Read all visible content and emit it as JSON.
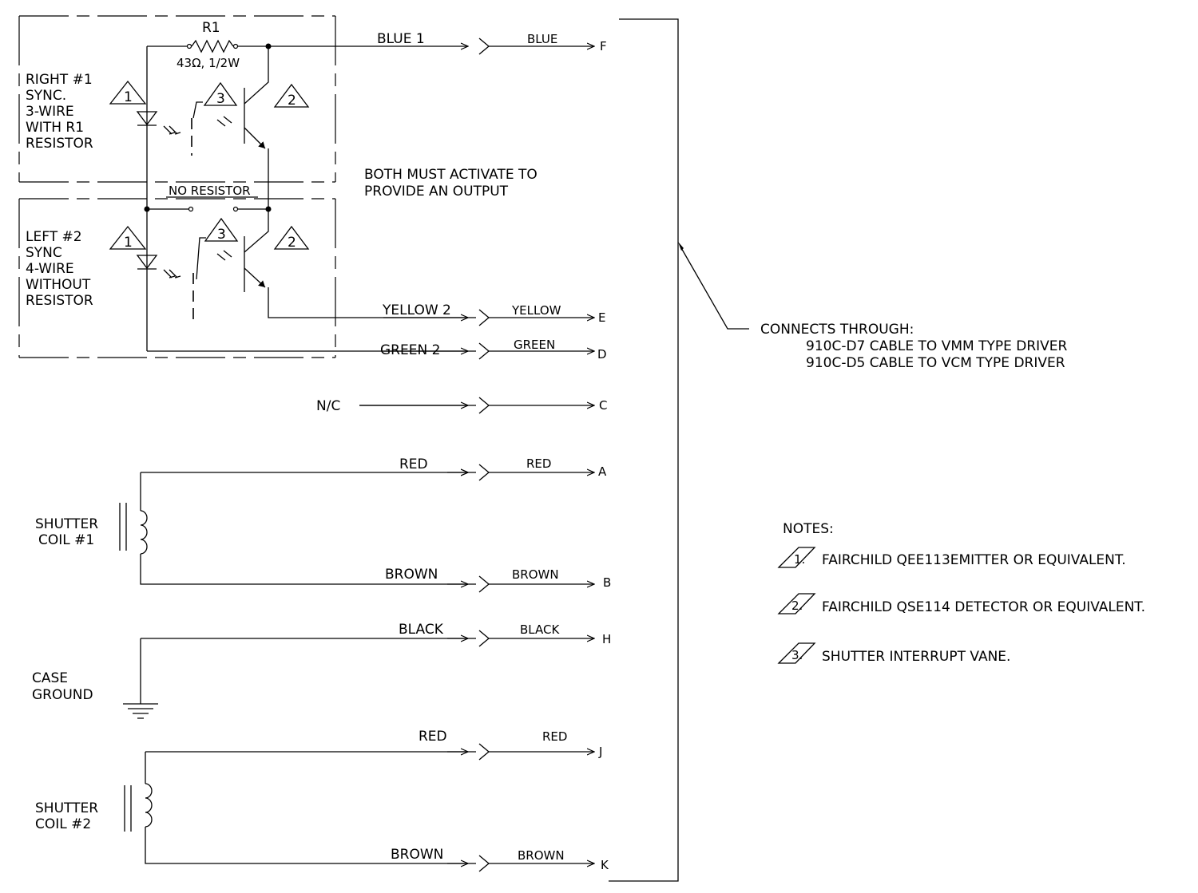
{
  "resistor": {
    "name": "R1",
    "value": "43Ω, 1/2W"
  },
  "sensor1": {
    "lines": [
      "RIGHT #1",
      "SYNC.",
      "3-WIRE",
      "WITH R1",
      "RESISTOR"
    ]
  },
  "sensor2": {
    "lines": [
      "LEFT #2",
      "SYNC",
      "4-WIRE",
      "WITHOUT",
      "RESISTOR"
    ]
  },
  "no_resistor": "NO RESISTOR",
  "both_note": [
    "BOTH MUST ACTIVATE TO",
    "PROVIDE AN OUTPUT"
  ],
  "callouts": {
    "emitter": "1",
    "detector": "2",
    "vane": "3"
  },
  "wires": [
    {
      "left": "BLUE 1",
      "right": "BLUE",
      "pin": "F"
    },
    {
      "left": "YELLOW 2",
      "right": "YELLOW",
      "pin": "E"
    },
    {
      "left": "GREEN 2",
      "right": "GREEN",
      "pin": "D"
    },
    {
      "left": "N/C",
      "right": "",
      "pin": "C"
    },
    {
      "left": "RED",
      "right": "RED",
      "pin": "A"
    },
    {
      "left": "BROWN",
      "right": "BROWN",
      "pin": "B"
    },
    {
      "left": "BLACK",
      "right": "BLACK",
      "pin": "H"
    },
    {
      "left": "RED",
      "right": "RED",
      "pin": "J"
    },
    {
      "left": "BROWN",
      "right": "BROWN",
      "pin": "K"
    }
  ],
  "coil1": [
    "SHUTTER",
    "COIL #1"
  ],
  "coil2": [
    "SHUTTER",
    "COIL #2"
  ],
  "ground": [
    "CASE",
    "GROUND"
  ],
  "connects": [
    "CONNECTS THROUGH:",
    "910C-D7 CABLE TO VMM TYPE DRIVER",
    "910C-D5 CABLE TO VCM TYPE DRIVER"
  ],
  "notes": {
    "title": "NOTES:",
    "items": [
      {
        "num": "1.",
        "text": "FAIRCHILD QEE113EMITTER OR EQUIVALENT."
      },
      {
        "num": "2.",
        "text": "FAIRCHILD QSE114 DETECTOR OR EQUIVALENT."
      },
      {
        "num": "3.",
        "text": "SHUTTER INTERRUPT VANE."
      }
    ]
  }
}
